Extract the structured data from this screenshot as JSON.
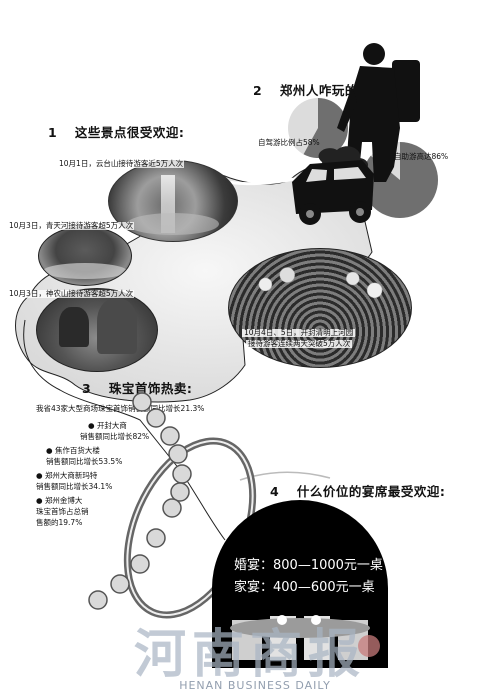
{
  "section1": {
    "number": "1",
    "title": "这些景点很受欢迎:",
    "captions": [
      "10月1日，云台山接待游客近5万人次",
      "10月3日，青天河接待游客超5万人次",
      "10月3日，神农山接待游客超5万人次"
    ]
  },
  "section2": {
    "number": "2",
    "title": "郑州人咋玩的:",
    "pie_self_drive": "自驾游比例占58%",
    "pie_self_help": "自助游高达86%"
  },
  "crowd_caption": [
    "10月4日、5日，开封清明上河园",
    "接待游客连续两天突破5万人次"
  ],
  "section3": {
    "number": "3",
    "title": "珠宝首饰热卖:",
    "intro": "我省43家大型商场珠宝首饰销售额同比增长21.3%",
    "items": [
      {
        "bullet": "●",
        "name": "开封大商",
        "lines": [
          "销售额同比增长82%"
        ]
      },
      {
        "bullet": "●",
        "name": "焦作百货大楼",
        "lines": [
          "销售额同比增长53.5%"
        ]
      },
      {
        "bullet": "●",
        "name": "郑州大商新玛特",
        "lines": [
          "销售额同比增长34.1%"
        ]
      },
      {
        "bullet": "●",
        "name": "郑州金博大",
        "lines": [
          "珠宝首饰占总销",
          "售额的19.7%"
        ]
      }
    ]
  },
  "section4": {
    "number": "4",
    "title": "什么价位的宴席最受欢迎:",
    "price_lines": [
      "婚宴：800—1000元一桌",
      "家宴：400—600元一桌"
    ]
  },
  "pie_charts": {
    "self_drive_pct": 58,
    "self_help_pct": 86
  },
  "watermark": {
    "chinese": "河南商报",
    "english": "HENAN BUSINESS DAILY"
  },
  "colors": {
    "map_fill": "#eeeeee",
    "pie_dark": "#6f6f6f",
    "pie_light": "#dcdcdc",
    "banquet_bg": "#000000",
    "watermark": "#a9b5c4"
  }
}
